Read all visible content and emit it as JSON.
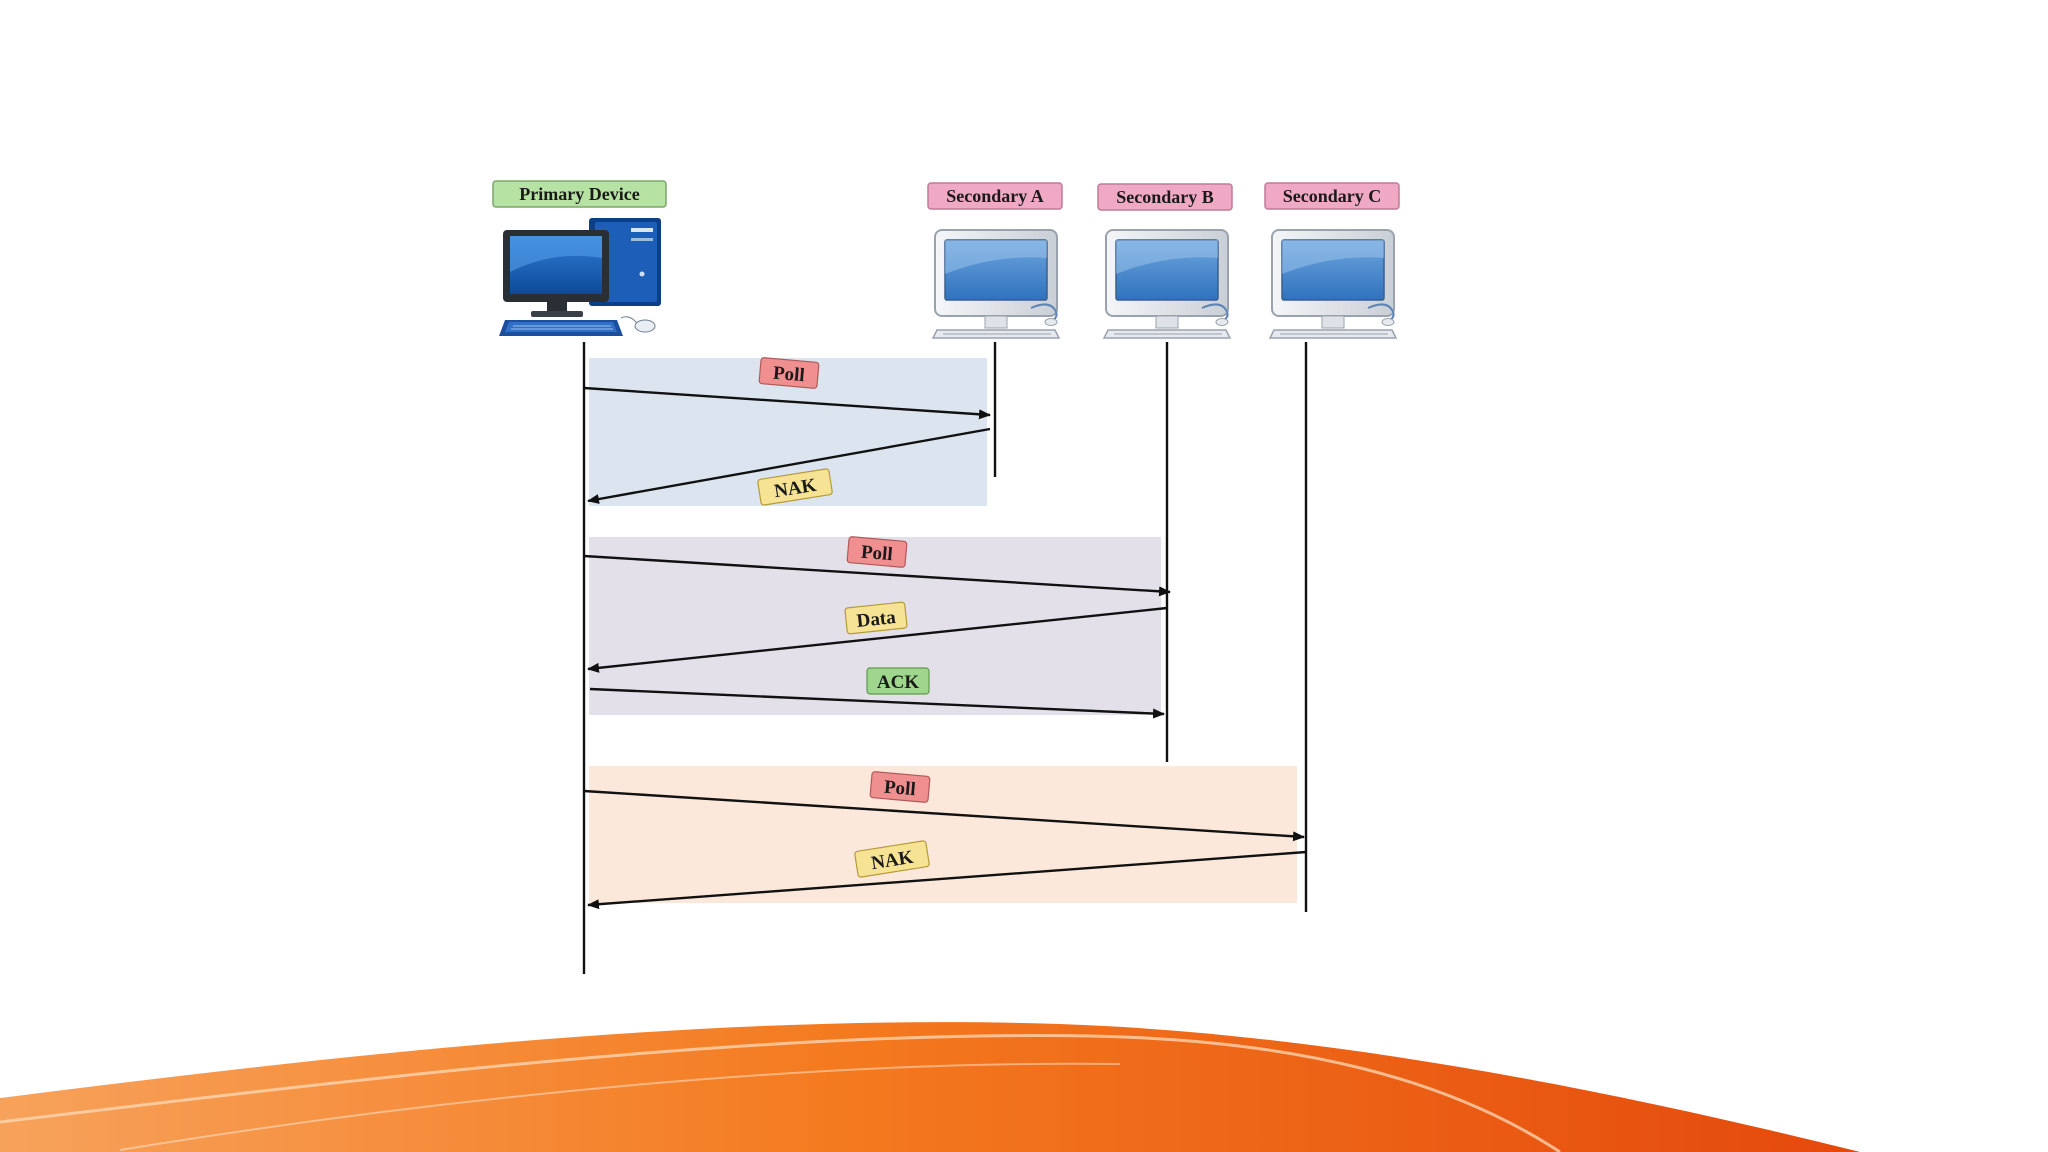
{
  "diagram": {
    "participants": [
      {
        "id": "primary",
        "label": "Primary Device",
        "color": "#b6e3a4",
        "icon": "desktop-tower-computer-icon"
      },
      {
        "id": "secA",
        "label": "Secondary A",
        "color": "#f0a9c4",
        "icon": "monitor-computer-icon"
      },
      {
        "id": "secB",
        "label": "Secondary B",
        "color": "#f0a9c4",
        "icon": "monitor-computer-icon"
      },
      {
        "id": "secC",
        "label": "Secondary C",
        "color": "#f0a9c4",
        "icon": "monitor-computer-icon"
      }
    ],
    "sections": [
      {
        "id": "with-secondary-a",
        "color": "#dbe4ef"
      },
      {
        "id": "with-secondary-b",
        "color": "#e4e0ea"
      },
      {
        "id": "with-secondary-c",
        "color": "#fbe8da"
      }
    ],
    "messages": [
      {
        "label": "Poll",
        "from": "primary",
        "to": "secA",
        "tag_color": "#f08f8f"
      },
      {
        "label": "NAK",
        "from": "secA",
        "to": "primary",
        "tag_color": "#f7e394"
      },
      {
        "label": "Poll",
        "from": "primary",
        "to": "secB",
        "tag_color": "#f08f8f"
      },
      {
        "label": "Data",
        "from": "secB",
        "to": "primary",
        "tag_color": "#f7e394"
      },
      {
        "label": "ACK",
        "from": "primary",
        "to": "secB",
        "tag_color": "#9fd68d"
      },
      {
        "label": "Poll",
        "from": "primary",
        "to": "secC",
        "tag_color": "#f08f8f"
      },
      {
        "label": "NAK",
        "from": "secC",
        "to": "primary",
        "tag_color": "#f7e394"
      }
    ]
  },
  "footer": {
    "wave_color": "#f26a12"
  }
}
